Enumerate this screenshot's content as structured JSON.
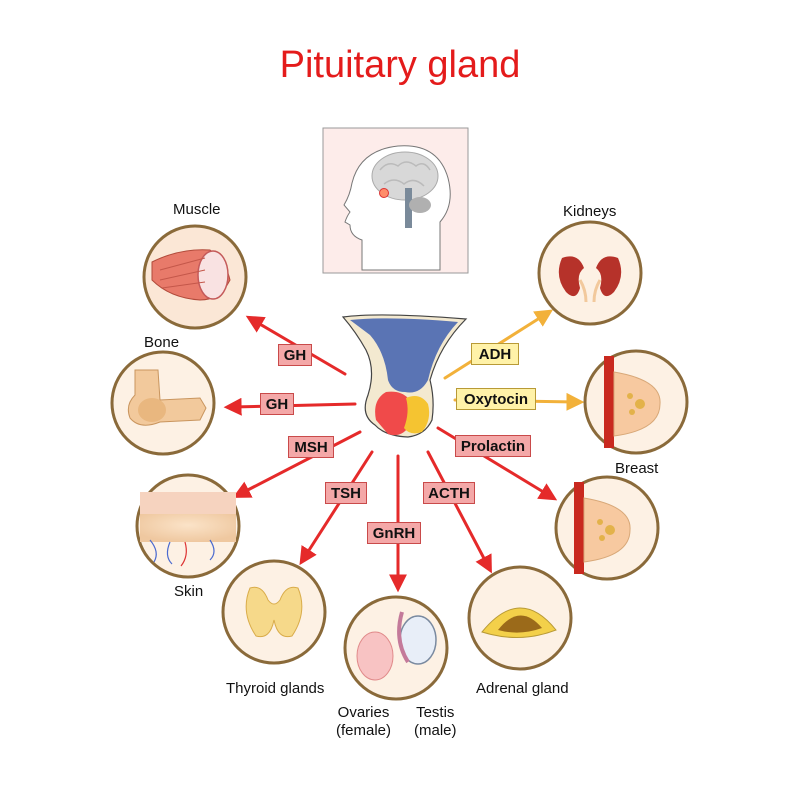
{
  "title": "Pituitary gland",
  "organs": {
    "muscle": "Muscle",
    "bone": "Bone",
    "skin": "Skin",
    "thyroid": "Thyroid glands",
    "ovaries": [
      "Ovaries",
      "(female)"
    ],
    "testis": [
      "Testis",
      "(male)"
    ],
    "adrenal": "Adrenal gland",
    "breast": "Breast",
    "kidneys": "Kidneys"
  },
  "hormones": {
    "gh_muscle": "GH",
    "gh_bone": "GH",
    "msh": "MSH",
    "tsh": "TSH",
    "gnrh": "GnRH",
    "acth": "ACTH",
    "adh": "ADH",
    "oxytocin": "Oxytocin",
    "prolactin": "Prolactin"
  },
  "colors": {
    "title": "#e41b1b",
    "arrow_red": "#e52a2a",
    "arrow_orange": "#f2b13a",
    "circle_ring": "#8a6a3a",
    "box_pink": "#f4a8a8",
    "box_yellow": "#fff2a8"
  }
}
